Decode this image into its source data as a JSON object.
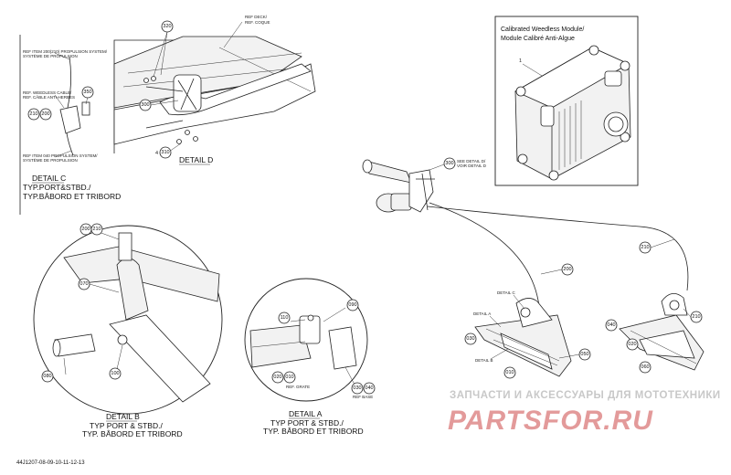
{
  "module_box": {
    "title_line1": "Calibrated Weedless Module/",
    "title_line2": "Module Calibré Anti-Algue",
    "callout": "1"
  },
  "detail_c": {
    "title": "DETAIL C",
    "sub1": "TYP.PORT&STBD./",
    "sub2": "TYP.BÂBORD ET TRIBORD",
    "ref1_line1": "REF ITEM 200(210) PROPULSION SYSTEM/",
    "ref1_line2": "SYSTÈME DE PROPULSION",
    "ref2_line1": "REF. WEEDLESS CABLE/",
    "ref2_line2": "REF. CÂBLE ANTI-HERBES",
    "ref3_line1": "REF ITEM 040 PROPULSION SYSTEM/",
    "ref3_line2": "SYSTÈME DE PROPULSION"
  },
  "detail_d": {
    "title": "DETAIL D",
    "ref_deck_line1": "REF DECK/",
    "ref_deck_line2": "REF. COQUE",
    "see_line1": "SEE DETAIL D/",
    "see_line2": "VOIR DETAIL D"
  },
  "detail_b": {
    "title": "DETAIL B",
    "sub1": "TYP PORT & STBD./",
    "sub2": "TYP. BÂBORD ET TRIBORD"
  },
  "detail_a": {
    "title": "DETAIL A",
    "sub1": "TYP PORT & STBD./",
    "sub2": "TYP. BÂBORD ET TRIBORD",
    "ref_grate": "REF. GRATE",
    "ref_base": "REF BASE"
  },
  "main_assembly": {
    "detail_c_label": "DETAIL C",
    "detail_a_label": "DETAIL A",
    "detail_b_label": "DETAIL B"
  },
  "callouts": {
    "c320": "320",
    "c350": "350",
    "c210": "210",
    "c200": "200",
    "c300": "300",
    "c310": "310",
    "c4": "4",
    "c070": "070",
    "c080": "080",
    "c100": "100",
    "c110": "110",
    "c090": "090",
    "c020": "020",
    "c010": "010",
    "c030": "030",
    "c040": "040",
    "c050": "050",
    "c060": "060"
  },
  "watermark": {
    "line1": "ЗАПЧАСТИ И АКСЕССУАРЫ ДЛЯ МОТОТЕХНИКИ",
    "line2": "PARTSFOR.RU"
  },
  "drawing_code": "44J1207-08-09-10-11-12-13"
}
